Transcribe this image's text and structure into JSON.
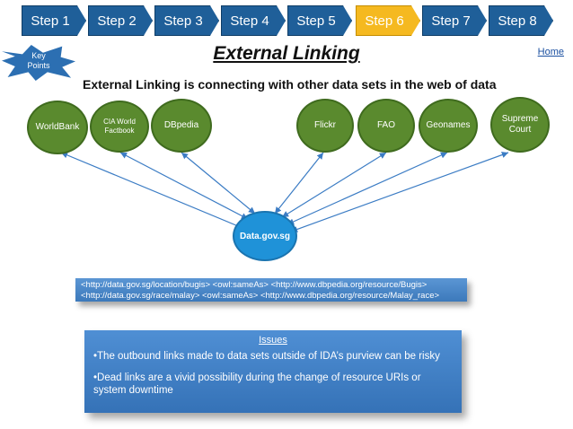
{
  "nav": {
    "steps": [
      "Step 1",
      "Step 2",
      "Step 3",
      "Step 4",
      "Step 5",
      "Step 6",
      "Step 7",
      "Step 8"
    ],
    "active_index": 5,
    "colors": {
      "inactive": "#1f5f99",
      "active": "#f5b920"
    }
  },
  "key_points": {
    "label_line1": "Key",
    "label_line2": "Points"
  },
  "title": "External Linking",
  "home_link": "Home",
  "subtitle": "External Linking is connecting with other data sets in the web of data",
  "nodes": [
    {
      "label": "WorldBank",
      "icon": "circle"
    },
    {
      "label_line1": "CIA World",
      "label_line2": "Factbook"
    },
    {
      "label": "DBpedia"
    },
    {
      "label": "Flickr"
    },
    {
      "label": "FAO"
    },
    {
      "label": "Geonames"
    },
    {
      "label_line1": "Supreme",
      "label_line2": "Court"
    }
  ],
  "center_node": {
    "label": "Data.gov.sg"
  },
  "triples": [
    "<http://data.gov.sg/location/bugis> <owl:sameAs> <http://www.dbpedia.org/resource/Bugis>",
    "<http://data.gov.sg/race/malay> <owl:sameAs> <http://www.dbpedia.org/resource/Malay_race>"
  ],
  "issues": {
    "title": "Issues",
    "point1": "•The outbound links made to data sets outside of IDA’s purview can be risky",
    "point2": "•Dead links are a vivid possibility during the change of resource URIs or system downtime"
  },
  "colors": {
    "node_fill": "#5a8a2e",
    "center_fill": "#1f92d8",
    "box_fill": "#3c79bb",
    "arrow": "#3b7cc4"
  }
}
